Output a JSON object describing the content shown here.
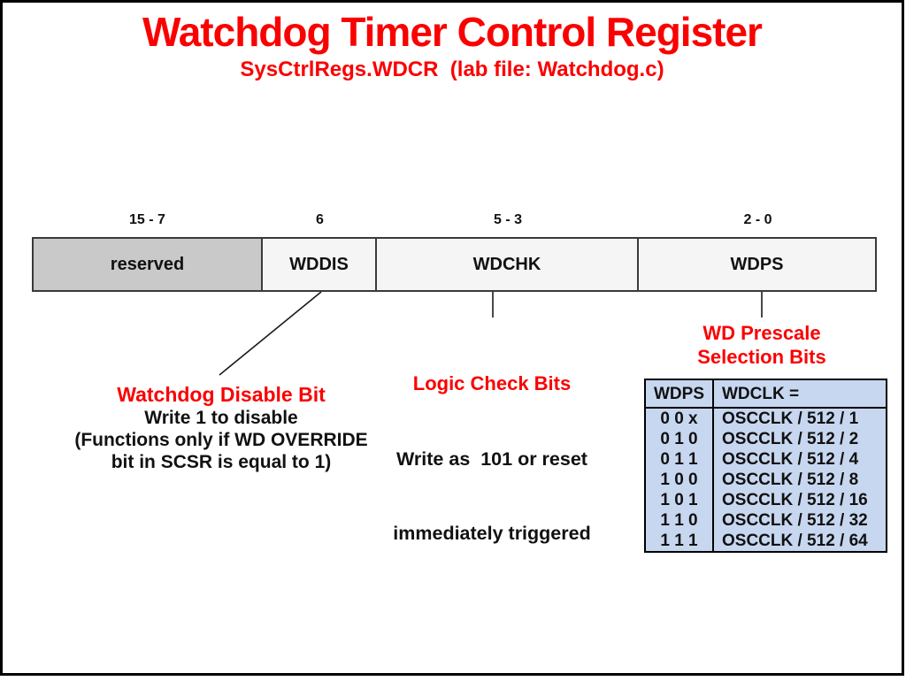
{
  "title": "Watchdog Timer Control Register",
  "subtitle": "SysCtrlRegs.WDCR  (lab file: Watchdog.c)",
  "register": {
    "fields": [
      {
        "bits": "15 - 7",
        "label": "reserved"
      },
      {
        "bits": "6",
        "label": "WDDIS"
      },
      {
        "bits": "5 - 3",
        "label": "WDCHK"
      },
      {
        "bits": "2 - 0",
        "label": "WDPS"
      }
    ]
  },
  "annotations": {
    "wddis": {
      "heading": "Watchdog Disable Bit",
      "line1": "Write 1 to disable",
      "line2": "(Functions only if WD OVERRIDE",
      "line3": "bit in SCSR is equal to 1)"
    },
    "wdchk": {
      "heading": "Logic Check Bits",
      "line1": "Write as  101 or reset",
      "line2": "immediately triggered"
    },
    "wdps": {
      "heading_line1": "WD Prescale",
      "heading_line2": "Selection Bits"
    }
  },
  "prescale_table": {
    "headers": [
      "WDPS",
      "WDCLK ="
    ],
    "rows": [
      [
        "0 0 x",
        "OSCCLK / 512 / 1"
      ],
      [
        "0 1 0",
        "OSCCLK / 512 / 2"
      ],
      [
        "0 1 1",
        "OSCCLK / 512 / 4"
      ],
      [
        "1 0 0",
        "OSCCLK / 512 / 8"
      ],
      [
        "1 0 1",
        "OSCCLK / 512 / 16"
      ],
      [
        "1 1 0",
        "OSCCLK / 512 / 32"
      ],
      [
        "1 1 1",
        "OSCCLK / 512 / 64"
      ]
    ]
  },
  "colors": {
    "accent_red": "#fb0000",
    "reserved_fill": "#c9c9c9",
    "field_fill": "#f5f5f5",
    "table_fill": "#c8d7f0",
    "border_black": "#000000"
  }
}
